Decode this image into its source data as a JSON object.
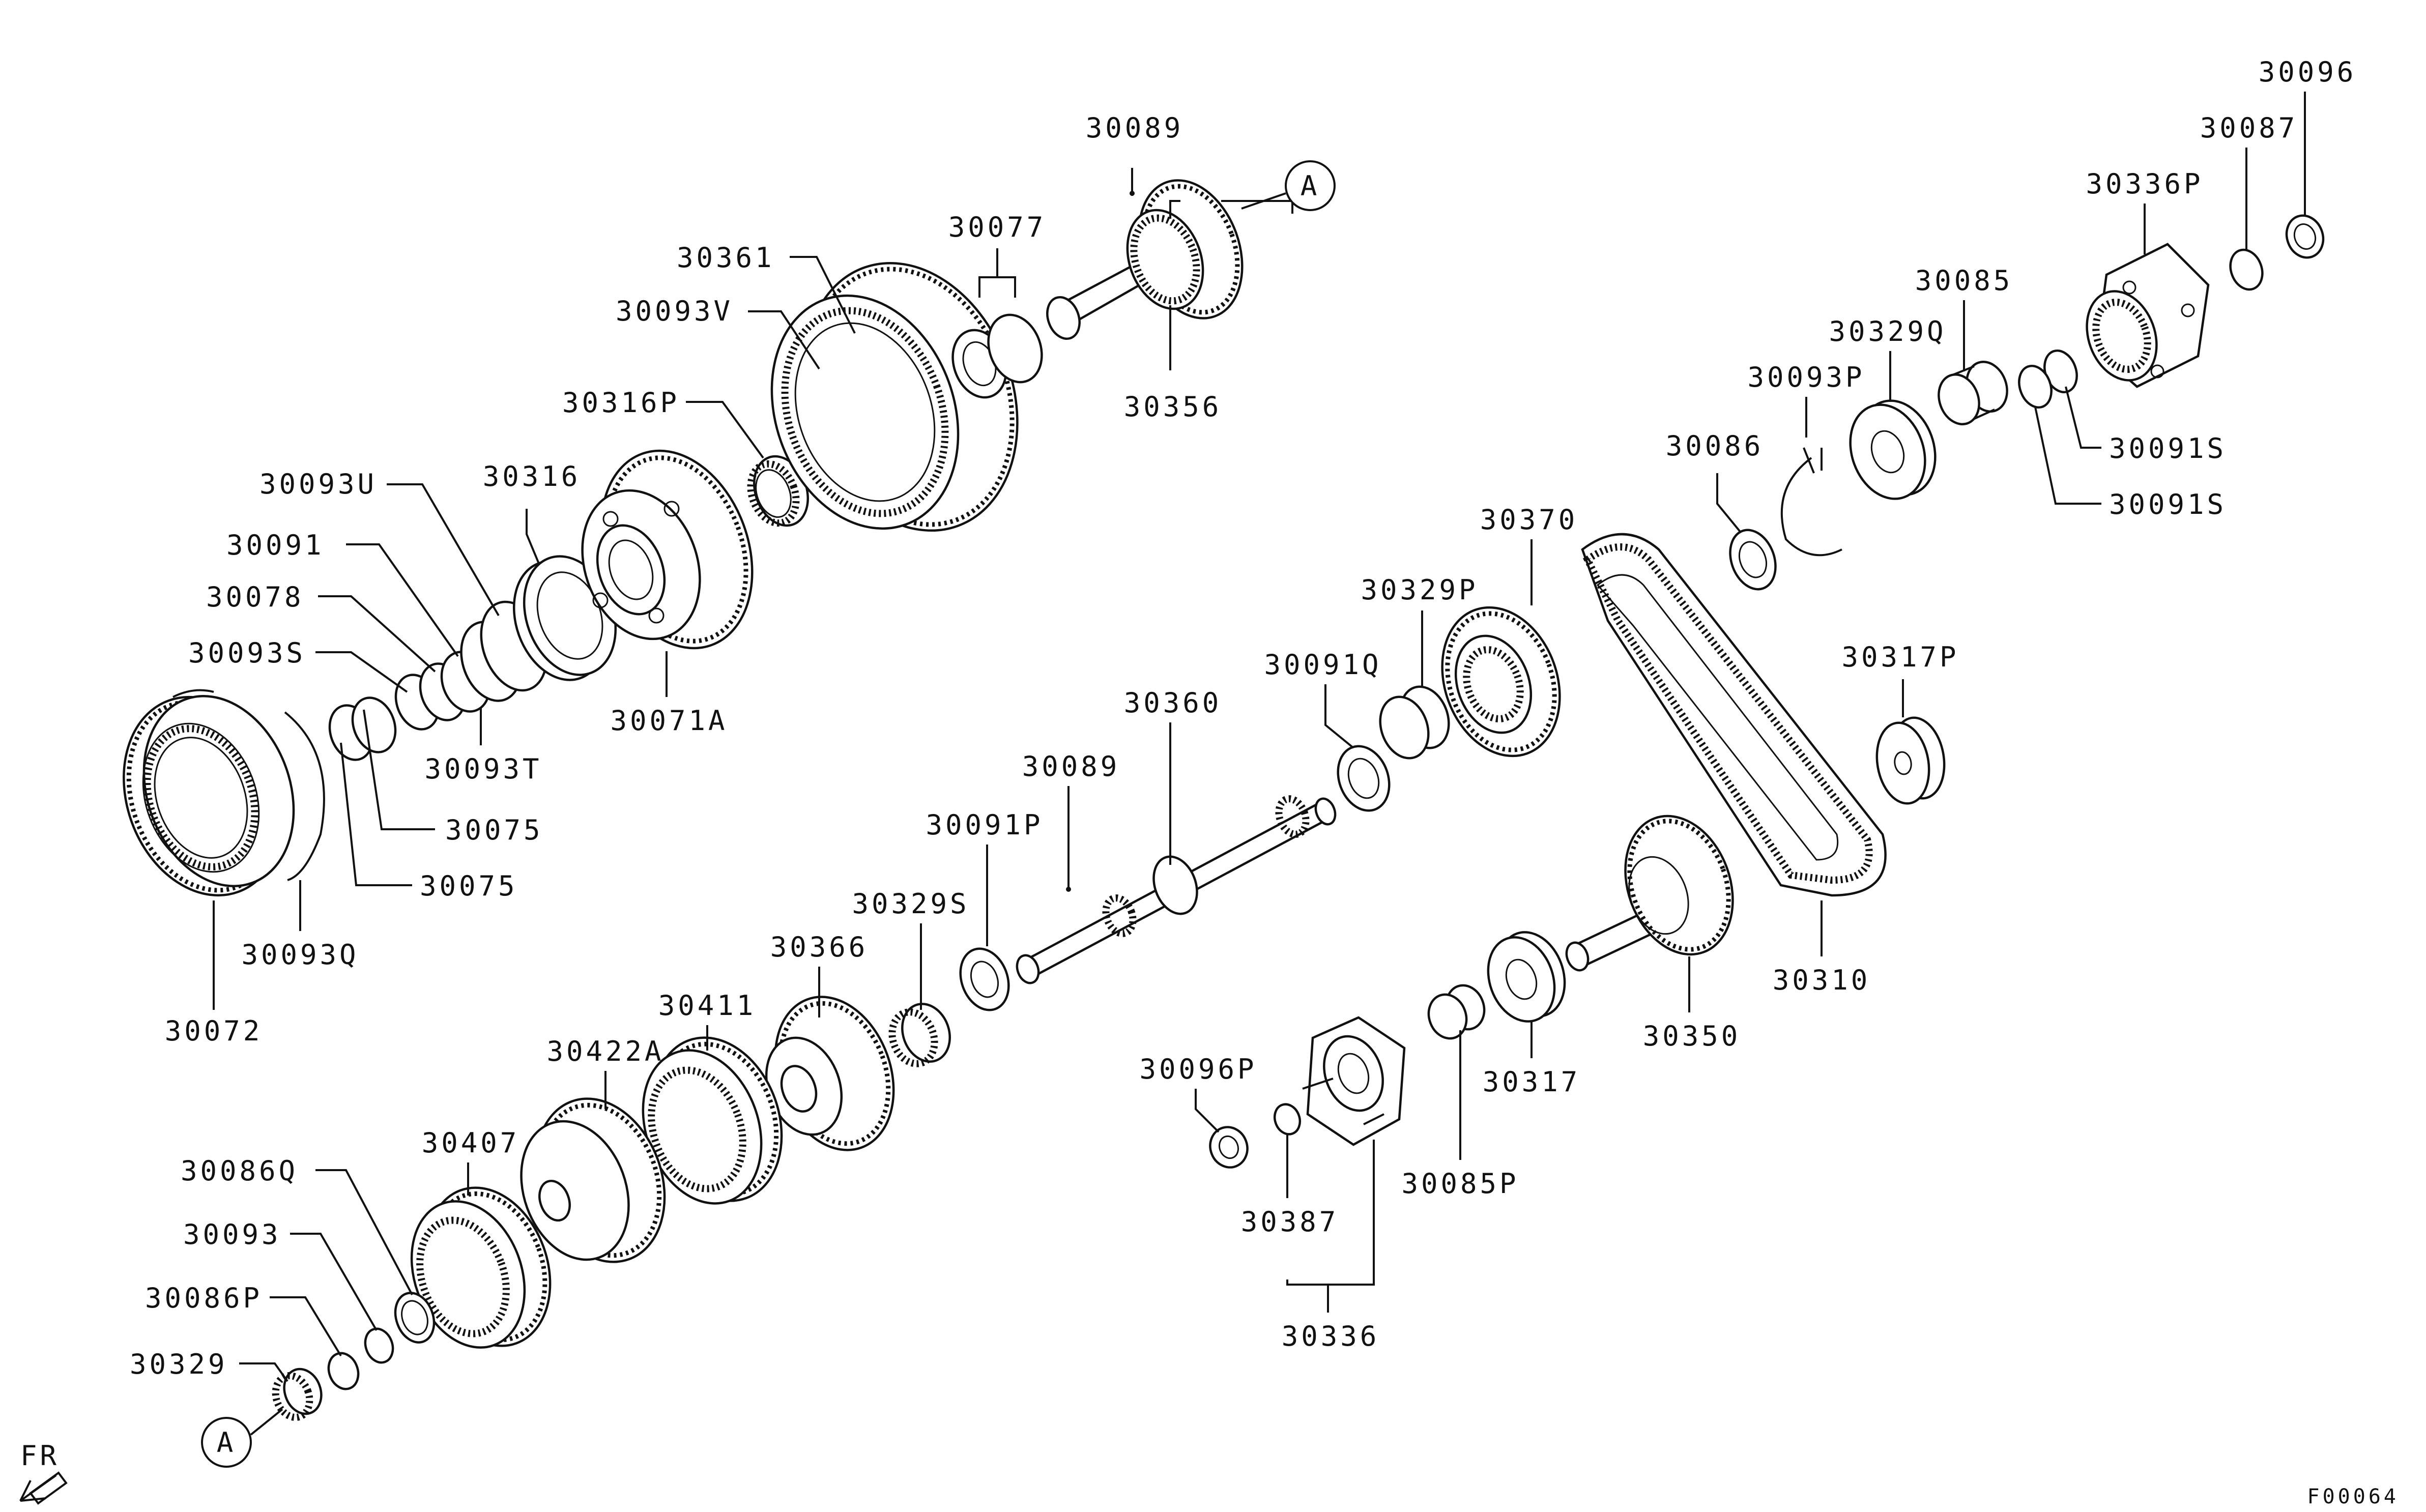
{
  "diagram_code": "F00064",
  "front_marker": "FR",
  "callout_letter": "A",
  "parts": [
    {
      "key": "p30089a",
      "number": "30089"
    },
    {
      "key": "p30077",
      "number": "30077"
    },
    {
      "key": "p30361",
      "number": "30361"
    },
    {
      "key": "p30093v",
      "number": "30093V"
    },
    {
      "key": "p30316p",
      "number": "30316P"
    },
    {
      "key": "p30356",
      "number": "30356"
    },
    {
      "key": "p30093u",
      "number": "30093U"
    },
    {
      "key": "p30316",
      "number": "30316"
    },
    {
      "key": "p30091",
      "number": "30091"
    },
    {
      "key": "p30078",
      "number": "30078"
    },
    {
      "key": "p30093s",
      "number": "30093S"
    },
    {
      "key": "p30071a",
      "number": "30071A"
    },
    {
      "key": "p30093t",
      "number": "30093T"
    },
    {
      "key": "p30075a",
      "number": "30075"
    },
    {
      "key": "p30075b",
      "number": "30075"
    },
    {
      "key": "p30093q",
      "number": "30093Q"
    },
    {
      "key": "p30072",
      "number": "30072"
    },
    {
      "key": "p30096",
      "number": "30096"
    },
    {
      "key": "p30087",
      "number": "30087"
    },
    {
      "key": "p30336p",
      "number": "30336P"
    },
    {
      "key": "p30085",
      "number": "30085"
    },
    {
      "key": "p30329q",
      "number": "30329Q"
    },
    {
      "key": "p30093p",
      "number": "30093P"
    },
    {
      "key": "p30091s_a",
      "number": "30091S"
    },
    {
      "key": "p30091s_b",
      "number": "30091S"
    },
    {
      "key": "p30086",
      "number": "30086"
    },
    {
      "key": "p30370",
      "number": "30370"
    },
    {
      "key": "p30329p",
      "number": "30329P"
    },
    {
      "key": "p30091q",
      "number": "30091Q"
    },
    {
      "key": "p30317p",
      "number": "30317P"
    },
    {
      "key": "p30360",
      "number": "30360"
    },
    {
      "key": "p30089b",
      "number": "30089"
    },
    {
      "key": "p30091p",
      "number": "30091P"
    },
    {
      "key": "p30329s",
      "number": "30329S"
    },
    {
      "key": "p30366",
      "number": "30366"
    },
    {
      "key": "p30411",
      "number": "30411"
    },
    {
      "key": "p30422a",
      "number": "30422A"
    },
    {
      "key": "p30407",
      "number": "30407"
    },
    {
      "key": "p30086q",
      "number": "30086Q"
    },
    {
      "key": "p30093",
      "number": "30093"
    },
    {
      "key": "p30086p",
      "number": "30086P"
    },
    {
      "key": "p30329",
      "number": "30329"
    },
    {
      "key": "p30096p",
      "number": "30096P"
    },
    {
      "key": "p30387",
      "number": "30387"
    },
    {
      "key": "p30336",
      "number": "30336"
    },
    {
      "key": "p30085p",
      "number": "30085P"
    },
    {
      "key": "p30317",
      "number": "30317"
    },
    {
      "key": "p30350",
      "number": "30350"
    },
    {
      "key": "p30310",
      "number": "30310"
    }
  ]
}
